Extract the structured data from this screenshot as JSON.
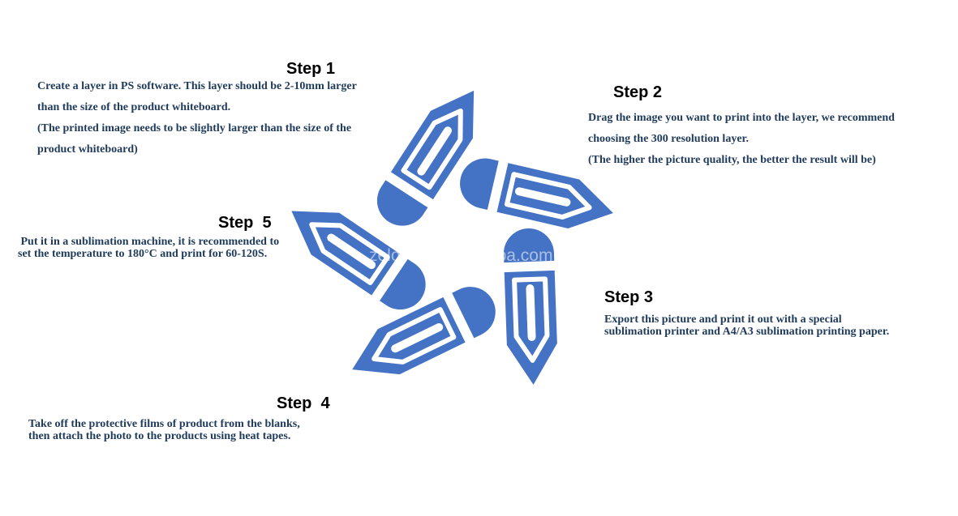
{
  "steps": [
    {
      "title": "Step 1",
      "lines": [
        "Create a layer in PS software. This layer should be 2-10mm larger",
        "than the size of the product whiteboard.",
        "(The printed image needs to be slightly larger than the size of the",
        "product whiteboard)"
      ]
    },
    {
      "title": "Step 2",
      "lines": [
        "Drag the image you want to print into the layer, we recommend",
        "choosing the 300 resolution layer.",
        "(The higher the picture quality, the better the result will be)"
      ]
    },
    {
      "title": "Step 3",
      "lines": [
        "Export this picture and print it out with a special",
        "sublimation printer and A4/A3 sublimation printing paper."
      ]
    },
    {
      "title": "Step  4",
      "lines": [
        "Take off the protective films of product from the blanks,",
        "then attach the photo to the products using heat tapes."
      ]
    },
    {
      "title": "Step  5",
      "lines": [
        " Put it in a sublimation machine, it is recommended to",
        "set the temperature to 180°C and print for 60-120S."
      ]
    }
  ],
  "watermark": "zeloyaut.en.alibaba.com",
  "graphic": {
    "name": "five-pencils-star-icon",
    "color": "#4472c4"
  }
}
